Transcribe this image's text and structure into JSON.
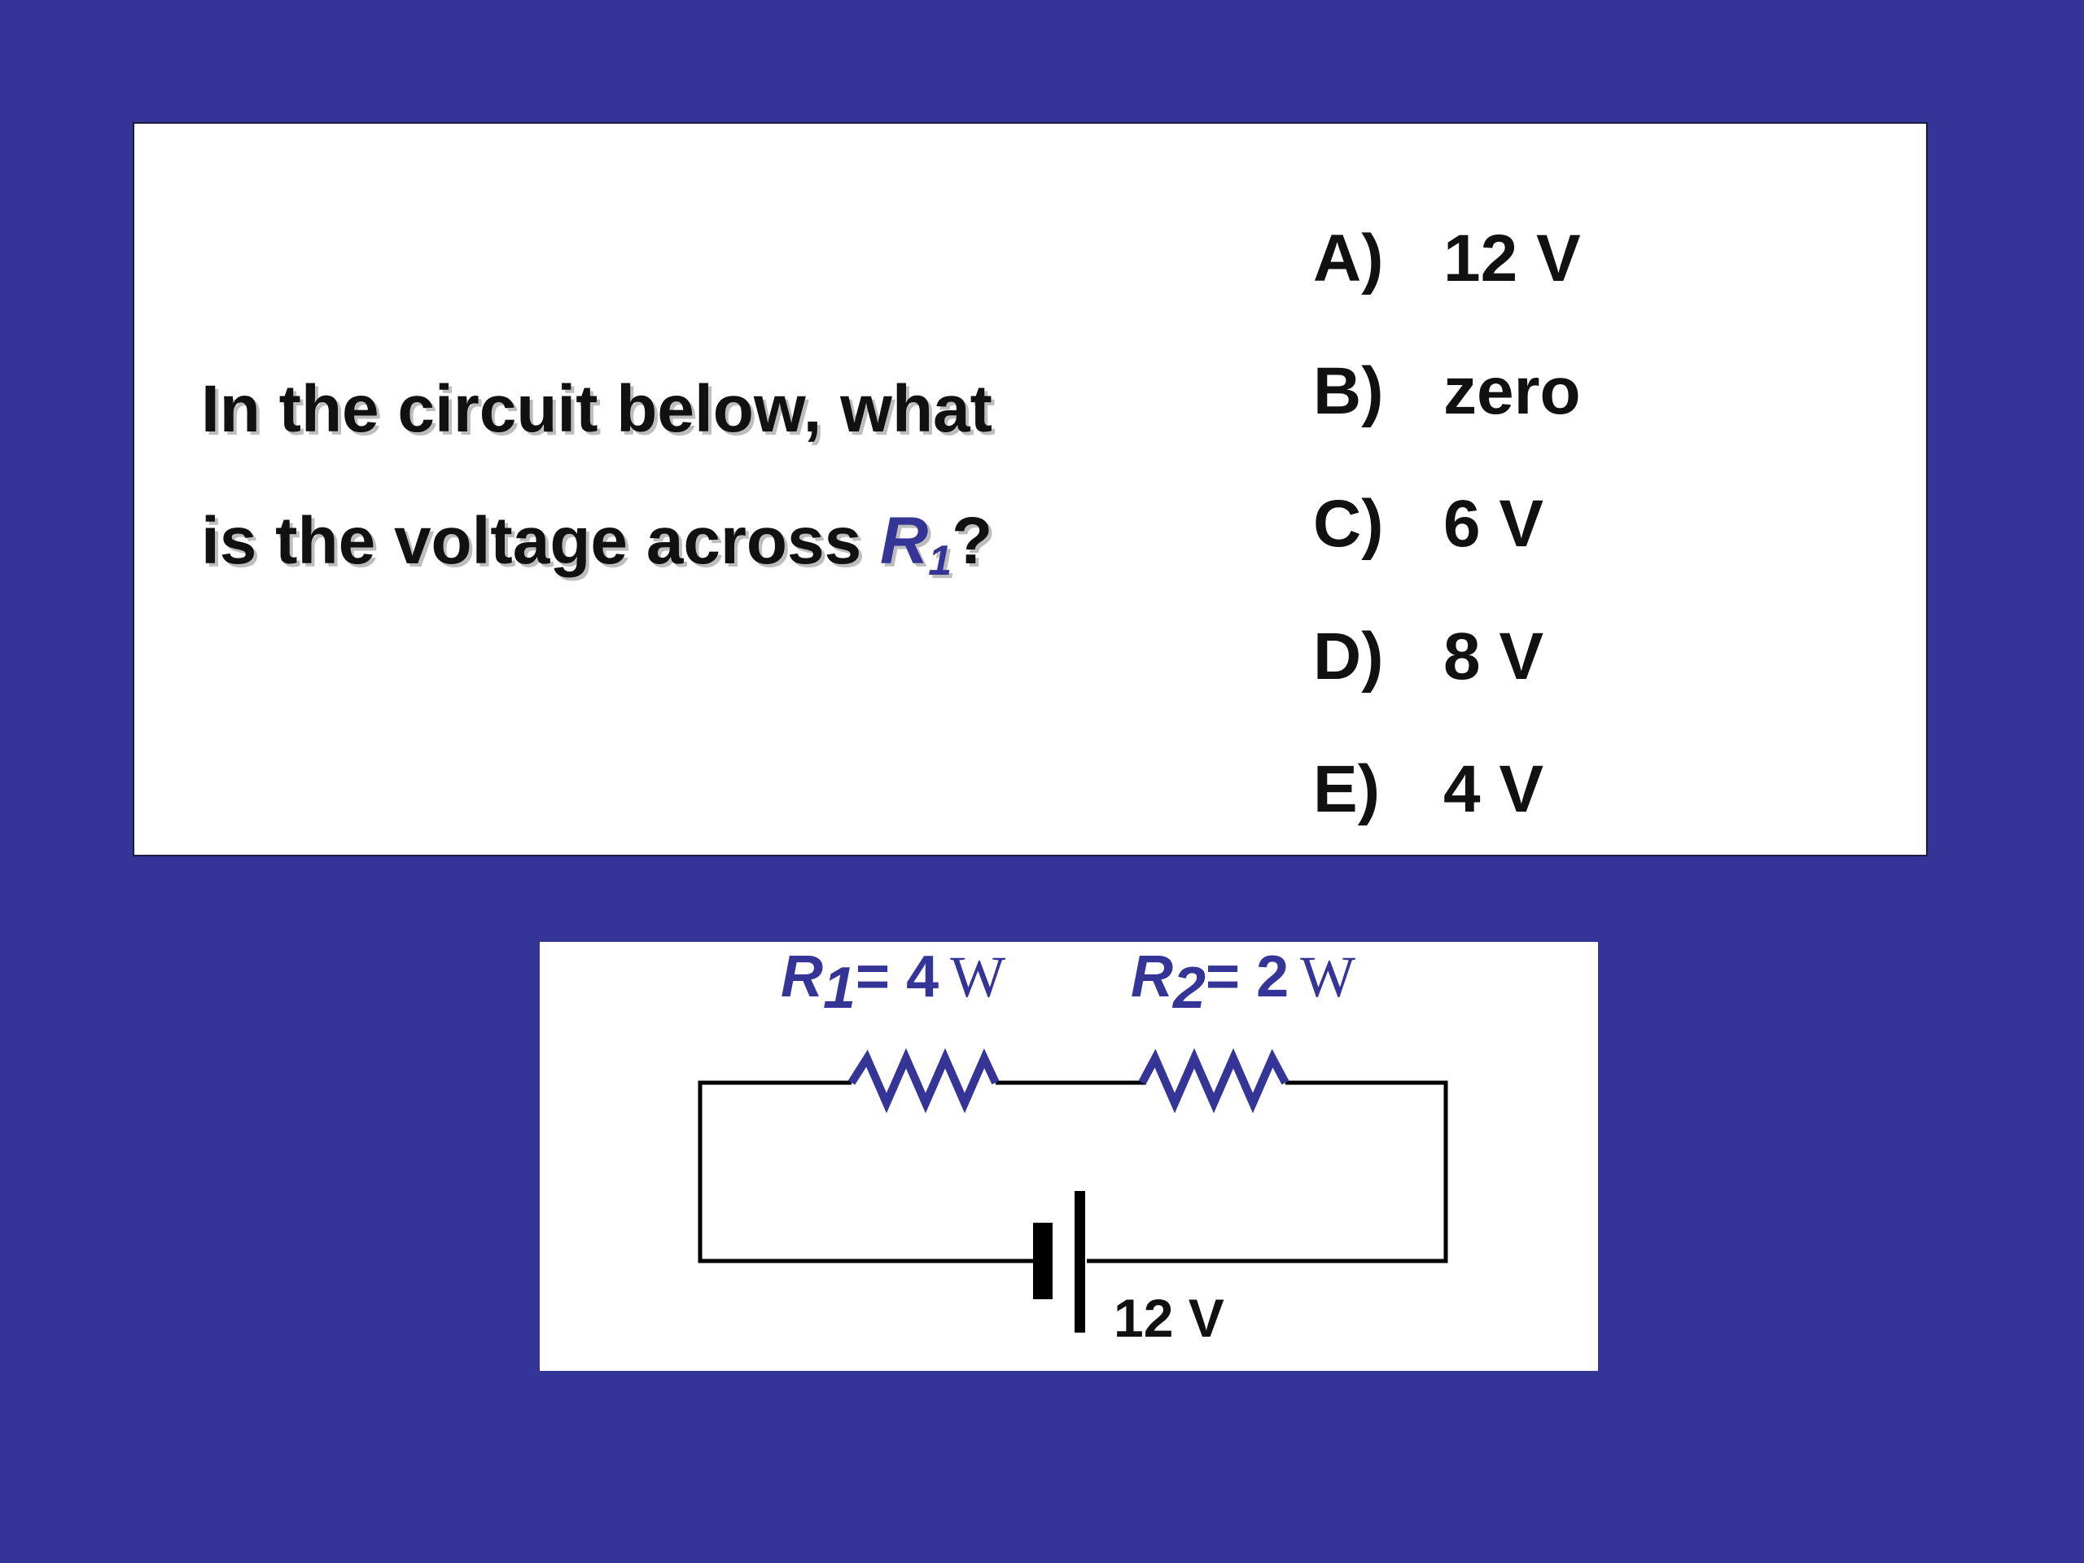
{
  "question": {
    "line1": "In the circuit below, what",
    "line2_prefix": "is the voltage across ",
    "variable": "R",
    "variable_sub": "1",
    "line2_suffix": "?"
  },
  "choices": [
    {
      "letter": "A)",
      "text": "12 V"
    },
    {
      "letter": "B)",
      "text": "zero"
    },
    {
      "letter": "C)",
      "text": "6 V"
    },
    {
      "letter": "D)",
      "text": "8 V"
    },
    {
      "letter": "E)",
      "text": "4 V"
    }
  ],
  "circuit": {
    "r1": {
      "symbol": "R",
      "sub": "1",
      "value": "= 4",
      "unit": "W"
    },
    "r2": {
      "symbol": "R",
      "sub": "2",
      "value": "= 2",
      "unit": "W"
    },
    "battery_label": "12 V"
  },
  "colors": {
    "background": "#353497",
    "accent": "#353497",
    "text": "#111111"
  }
}
